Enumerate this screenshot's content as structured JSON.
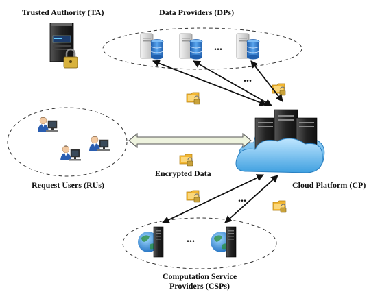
{
  "labels": {
    "ta": "Trusted Authority (TA)",
    "dps": "Data Providers (DPs)",
    "rus": "Request Users (RUs)",
    "encrypted": "Encrypted Data",
    "cp": "Cloud Platform (CP)",
    "csps_line1": "Computation Service",
    "csps_line2": "Providers (CSPs)"
  },
  "ellipsis": {
    "dps_row": "...",
    "dp_arrows": "...",
    "csp_arrows": "...",
    "csps_row": "..."
  },
  "colors": {
    "cloud": "#3fa0e0",
    "cloud_light": "#bfe6ff",
    "tower": "#2b2b2b",
    "db_blue": "#2f7fd6",
    "double_arrow_fill": "#eef3de",
    "double_arrow_stroke": "#555555",
    "folder": "#f2b632",
    "lock": "#c9a23a"
  },
  "icons": {
    "ta": "server-lock-icon",
    "dp": "database-server-icon",
    "ru": "user-computer-icon",
    "cp": "cloud-server-icon",
    "csp": "globe-server-icon",
    "data": "encrypted-folder-icon"
  }
}
